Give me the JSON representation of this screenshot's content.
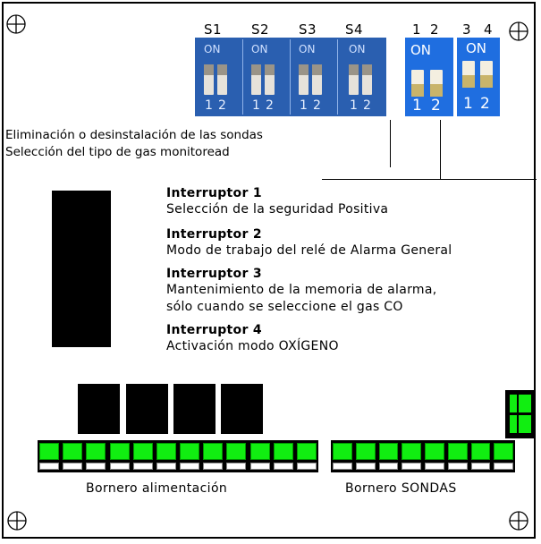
{
  "dip_switch_1": {
    "labels": [
      "S1",
      "S2",
      "S3",
      "S4"
    ],
    "on_text": "ON",
    "pos_numbers": [
      "1",
      "2"
    ]
  },
  "dip_switch_2": {
    "labels": [
      "1",
      "2",
      "3",
      "4"
    ],
    "on_text": "ON",
    "pos_numbers": [
      "1",
      "2"
    ]
  },
  "notes": {
    "line1": "Eliminación o desinstalación de las sondas",
    "line2": "Selección del tipo de gas  monitoread"
  },
  "switches": [
    {
      "title": "Interruptor 1",
      "body": [
        "Selección de la seguridad Positiva"
      ]
    },
    {
      "title": "Interruptor 2",
      "body": [
        "Modo de trabajo del relé de Alarma General"
      ]
    },
    {
      "title": "Interruptor 3",
      "body": [
        "Mantenimiento de la memoria de alarma,",
        "sólo cuando se seleccione el gas CO"
      ]
    },
    {
      "title": "Interruptor 4",
      "body": [
        "Activación modo OXÍGENO"
      ]
    }
  ],
  "terminals": {
    "power_label": "Bornero alimentación",
    "probes_label": "Bornero SONDAS"
  },
  "colors": {
    "dip_blue": "#2a5fb0",
    "terminal_green": "#11ee11"
  }
}
